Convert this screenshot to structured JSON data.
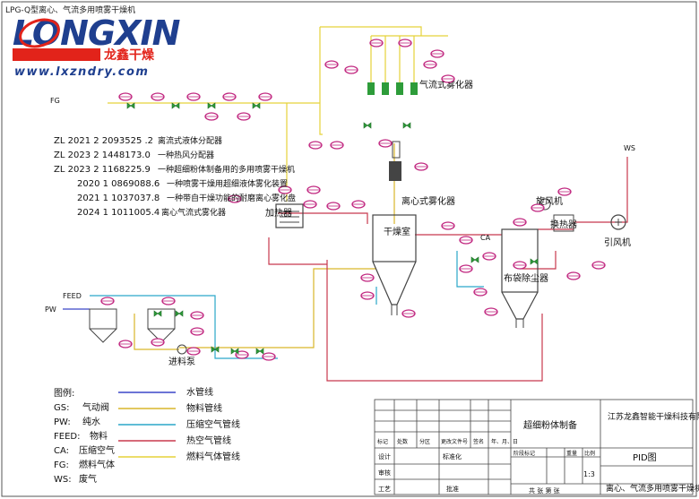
{
  "drawing_code": "LPG-Q型离心、气流多用喷雾干燥机",
  "brand": {
    "name": "LONGXIN",
    "cn_name": "龙鑫干燥",
    "website": "www.lxzndry.com",
    "colors": {
      "dark": "#1f3f8f",
      "accent": "#e2231a"
    }
  },
  "patents": [
    {
      "number": "ZL 2021 2 2093525 .2",
      "title": "离流式液体分配器"
    },
    {
      "number": "ZL 2023 2 1448173.0",
      "title": "一种热风分配器"
    },
    {
      "number": "ZL 2023 2 1168225.9",
      "title": "一种超细粉体制备用的多用喷雾干燥机"
    },
    {
      "number": "2020 1 0869088.6",
      "title": "一种喷雾干燥用超细液体雾化装置"
    },
    {
      "number": "2021 1 1037037.8",
      "title": "一种带自干燥功能的耐磨离心雾化盘"
    },
    {
      "number": "2024 1 1011005.4",
      "title": "离心气流式雾化器"
    }
  ],
  "equipment_labels": {
    "pneumatic_atomizer": "气流式雾化器",
    "centrifugal_atomizer": "离心式雾化器",
    "heater": "加热器",
    "drying_chamber": "干燥室",
    "cyclone_fan": "旋风机",
    "exhaust_fan": "引风机",
    "bag_filter": "布袋除尘器",
    "heat_exchanger": "换热器",
    "feed_pump": "进料泵",
    "ws_tag": "WS",
    "fg_tag": "FG",
    "ca_tag": "CA",
    "pw_tag": "PW",
    "feed_tag": "FEED"
  },
  "legend": {
    "title": "图例:",
    "abbreviations": [
      {
        "code": "GS:",
        "desc": "气动阀"
      },
      {
        "code": "PW:",
        "desc": "纯水"
      },
      {
        "code": "FEED:",
        "desc": "物料"
      },
      {
        "code": "CA:",
        "desc": "压缩空气"
      },
      {
        "code": "FG:",
        "desc": "燃料气体"
      },
      {
        "code": "WS:",
        "desc": "废气"
      }
    ],
    "lines": [
      {
        "label": "水管线",
        "color": "#3b46c8"
      },
      {
        "label": "物料管线",
        "color": "#d9b62a"
      },
      {
        "label": "压缩空气管线",
        "color": "#2aa7c9"
      },
      {
        "label": "热空气管线",
        "color": "#c8384d"
      },
      {
        "label": "燃料气体管线",
        "color": "#e5d23a"
      }
    ]
  },
  "title_block": {
    "company": "江苏龙鑫智能干燥科技有限公司",
    "project": "超细粉体制备",
    "drawing_name": "PID图",
    "machine": "离心、气流多用喷雾干燥机",
    "scale": "1:3",
    "header_cells": [
      "标记",
      "处数",
      "分区",
      "更改文件号",
      "签名",
      "年、月、日"
    ],
    "design": "设计",
    "standardize": "标准化",
    "check": "审核",
    "process": "工艺",
    "approve": "批准",
    "stage_mark": "阶段标记",
    "weight": "重量",
    "ratio": "比例",
    "sheets": "共 张  第 张"
  },
  "colors": {
    "hot_air": "#c8384d",
    "material": "#d9b62a",
    "compressed_air": "#2aa7c9",
    "water": "#3b46c8",
    "instrument": "#c0247e",
    "equipment": "#444444",
    "green": "#2e9c3a"
  }
}
